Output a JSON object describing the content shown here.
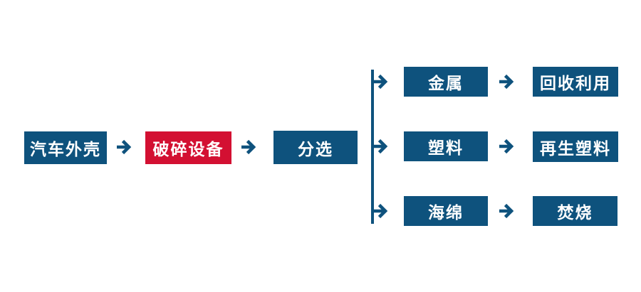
{
  "colors": {
    "primary": "#0e527d",
    "highlight": "#d31032",
    "node_text": "#ffffff",
    "background": "#ffffff"
  },
  "flow": {
    "type": "flowchart",
    "main": [
      {
        "label": "汽车外壳",
        "style": "primary"
      },
      {
        "label": "破碎设备",
        "style": "highlight"
      },
      {
        "label": "分选",
        "style": "primary"
      }
    ],
    "branches": [
      {
        "source": "金属",
        "result": "回收利用"
      },
      {
        "source": "塑料",
        "result": "再生塑料"
      },
      {
        "source": "海绵",
        "result": "焚烧"
      }
    ]
  }
}
